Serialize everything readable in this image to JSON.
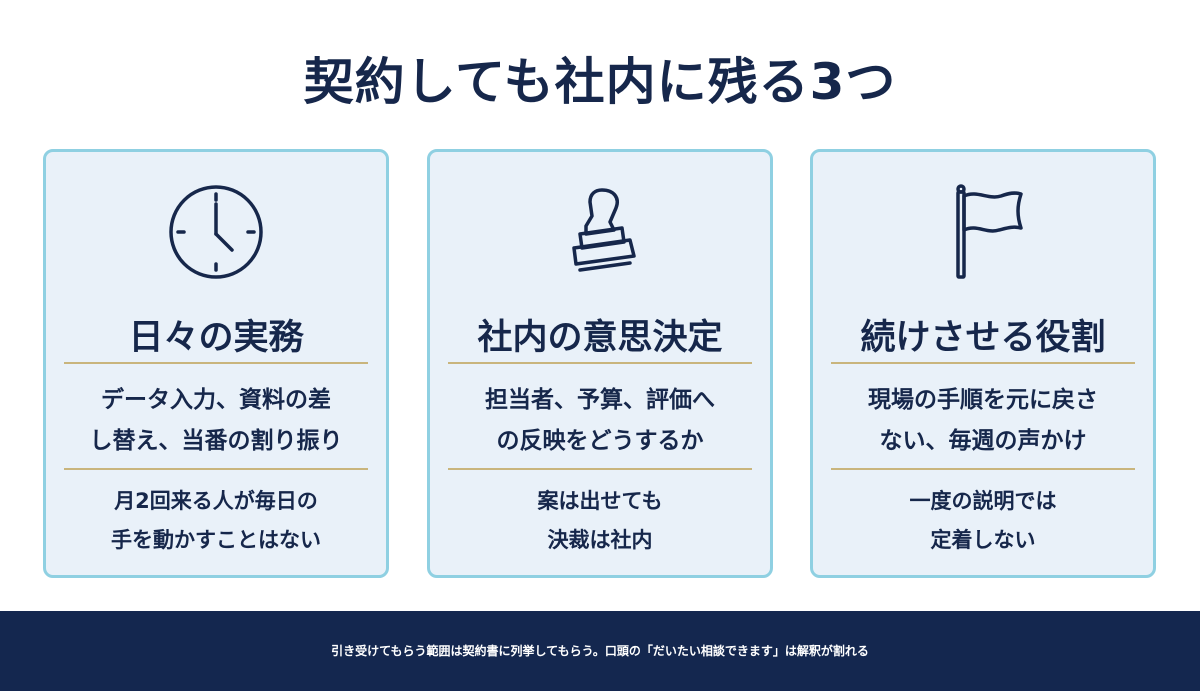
{
  "title": "契約しても社内に残る3つ",
  "cards": [
    {
      "icon": "clock-icon",
      "heading": "日々の実務",
      "desc_line1": "データ入力、資料の差",
      "desc_line2": "し替え、当番の割り振り",
      "note_line1": "月2回来る人が毎日の",
      "note_line2": "手を動かすことはない"
    },
    {
      "icon": "stamp-icon",
      "heading": "社内の意思決定",
      "desc_line1": "担当者、予算、評価へ",
      "desc_line2": "の反映をどうするか",
      "note_line1": "案は出せても",
      "note_line2": "決裁は社内"
    },
    {
      "icon": "flag-icon",
      "heading": "続けさせる役割",
      "desc_line1": "現場の手順を元に戻さ",
      "desc_line2": "ない、毎週の声かけ",
      "note_line1": "一度の説明では",
      "note_line2": "定着しない"
    }
  ],
  "footer": "引き受けてもらう範囲は契約書に列挙してもらう。口頭の「だいたい相談できます」は解釈が割れる",
  "colors": {
    "navy": "#14274f",
    "card_bg": "#e9f1f9",
    "card_border": "#8fd0e2",
    "gold_rule": "#c9b57d"
  }
}
